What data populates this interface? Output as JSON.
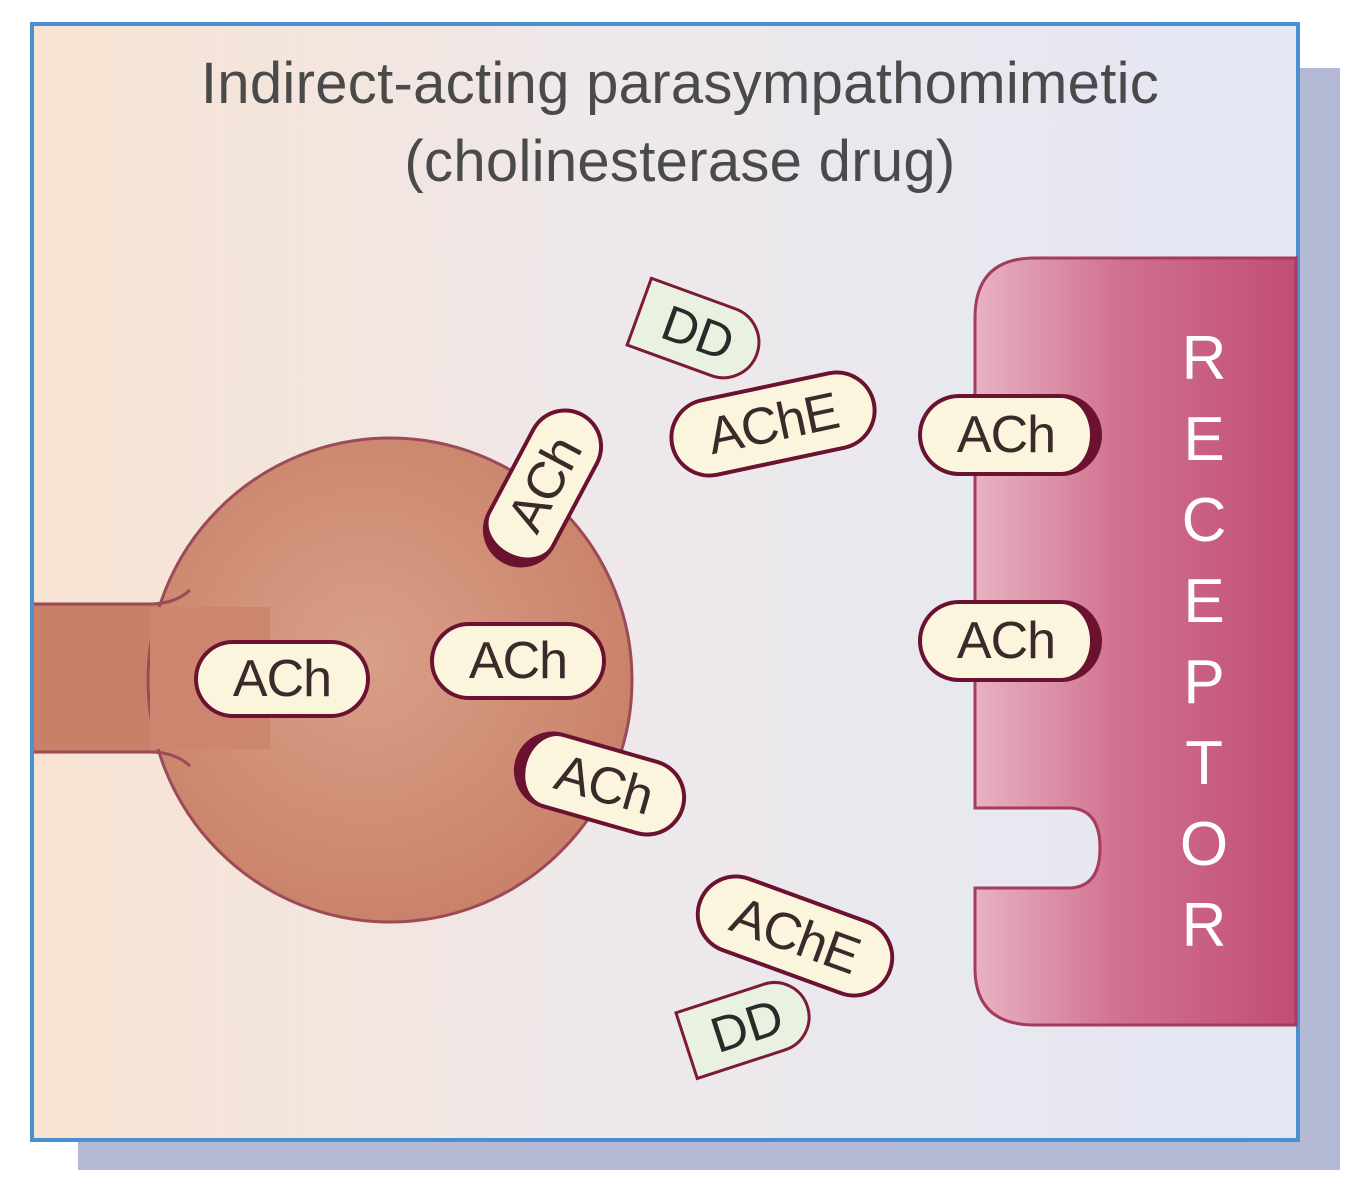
{
  "title": {
    "line1": "Indirect-acting parasympathomimetic",
    "line2": "(cholinesterase drug)"
  },
  "neuron": {
    "vesicles": [
      "ACh",
      "ACh"
    ],
    "release_sites": [
      "ACh",
      "ACh"
    ]
  },
  "cleft": {
    "enzymes": [
      {
        "drug": "DD",
        "enzyme": "AChE"
      },
      {
        "drug": "DD",
        "enzyme": "AChE"
      }
    ]
  },
  "receptor": {
    "label_letters": [
      "R",
      "E",
      "C",
      "E",
      "P",
      "T",
      "O",
      "R"
    ],
    "bound": [
      "ACh",
      "ACh"
    ]
  },
  "colors": {
    "border": "#4a8fd0",
    "neuron": "#cf8b74",
    "receptor": "#c8547a",
    "pill_fill": "#fbf5de",
    "drug_fill": "#e9f2e1"
  }
}
